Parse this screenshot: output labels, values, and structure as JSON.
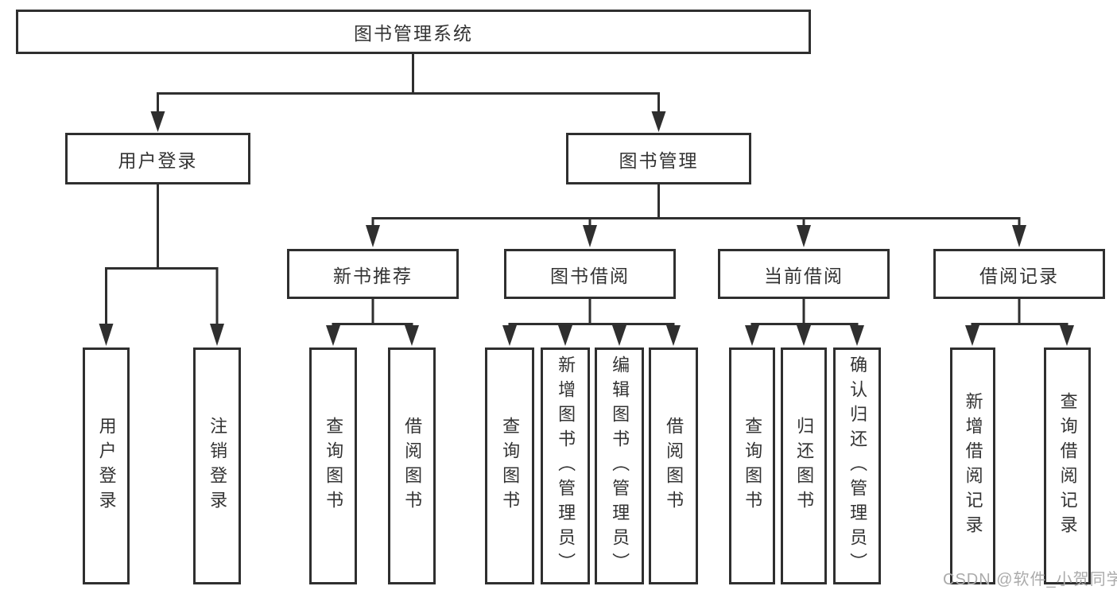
{
  "nodes": {
    "root": "图书管理系统",
    "user_login": "用户登录",
    "book_management": "图书管理",
    "new_book_recommend": "新书推荐",
    "book_borrow": "图书借阅",
    "current_borrow": "当前借阅",
    "borrow_records": "借阅记录",
    "ul_user_login": "用户登录",
    "ul_logout": "注销登录",
    "nb_query_book": "查询图书",
    "nb_borrow_book": "借阅图书",
    "bb_query_book": "查询图书",
    "bb_add_book": "新增图书（管理员）",
    "bb_edit_book": "编辑图书（管理员）",
    "bb_borrow_book": "借阅图书",
    "cb_query_book": "查询图书",
    "cb_return_book": "归还图书",
    "cb_confirm_return": "确认归还（管理员）",
    "br_add_record": "新增借阅记录",
    "br_query_record": "查询借阅记录"
  },
  "watermark": "CSDN @软件_小贺同学",
  "colors": {
    "line": "#2f2f2f",
    "text": "#333333",
    "box_fill": "#ffffff",
    "background": "#ffffff",
    "watermark": "#ababab"
  }
}
